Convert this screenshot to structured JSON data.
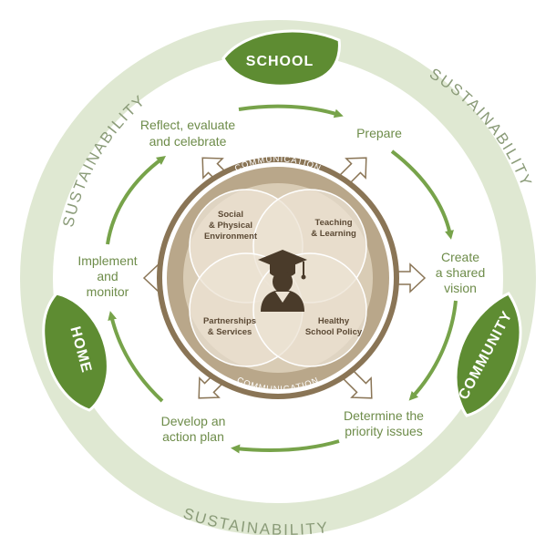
{
  "ring": {
    "top_left": "SUSTAINABILITY",
    "top_right": "SUSTAINABILITY",
    "bottom": "SUSTAINABILITY"
  },
  "leaves": {
    "top": "SCHOOL",
    "left": "HOME",
    "right": "COMMUNITY"
  },
  "steps": {
    "reflect_1": "Reflect, evaluate",
    "reflect_2": "and celebrate",
    "prepare": "Prepare",
    "create_1": "Create",
    "create_2": "a shared",
    "create_3": "vision",
    "determine_1": "Determine the",
    "determine_2": "priority issues",
    "develop_1": "Develop an",
    "develop_2": "action plan",
    "implement_1": "Implement",
    "implement_2": "and",
    "implement_3": "monitor"
  },
  "center": {
    "communication_top": "COMMUNICATION",
    "communication_bottom": "COMMUNICATION",
    "social_1": "Social",
    "social_2": "& Physical",
    "social_3": "Environment",
    "teaching_1": "Teaching",
    "teaching_2": "& Learning",
    "partnerships_1": "Partnerships",
    "partnerships_2": "& Services",
    "healthy_1": "Healthy",
    "healthy_2": "School Policy"
  },
  "colors": {
    "ring": "#dfe8d2",
    "ring_text": "#8a9b78",
    "leaf_green": "#5e8c32",
    "arrow_green": "#77a34a",
    "step_text": "#6e8c4a",
    "center_brown": "#8a7556",
    "center_dark": "#5c4a35",
    "venn_fill": "#e9dfce"
  },
  "icons": {
    "graduate": "graduate-icon"
  }
}
